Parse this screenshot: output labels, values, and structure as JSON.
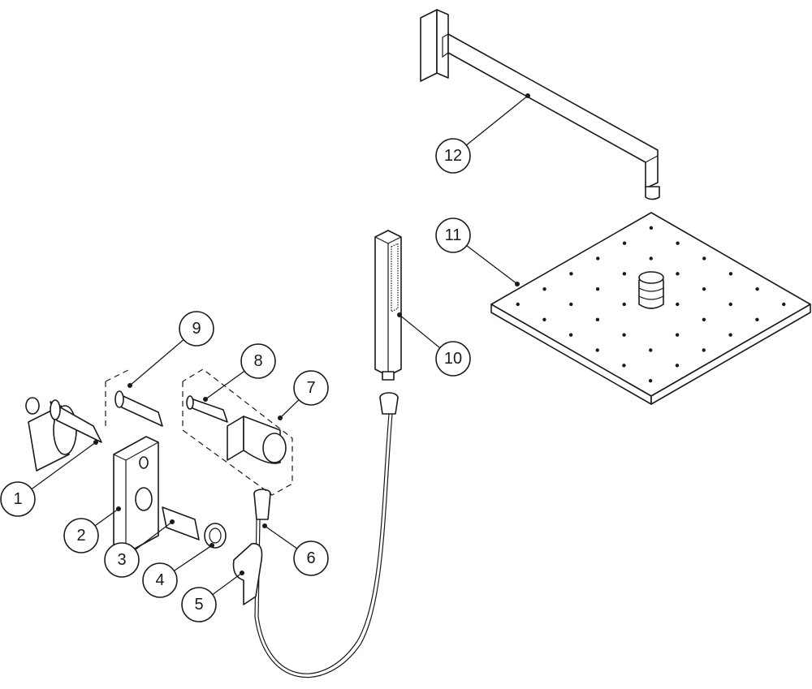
{
  "diagram": {
    "type": "exploded-parts-diagram",
    "callouts": [
      {
        "label": "1"
      },
      {
        "label": "2"
      },
      {
        "label": "3"
      },
      {
        "label": "4"
      },
      {
        "label": "5"
      },
      {
        "label": "6"
      },
      {
        "label": "7"
      },
      {
        "label": "8"
      },
      {
        "label": "9"
      },
      {
        "label": "10"
      },
      {
        "label": "11"
      },
      {
        "label": "12"
      }
    ]
  }
}
